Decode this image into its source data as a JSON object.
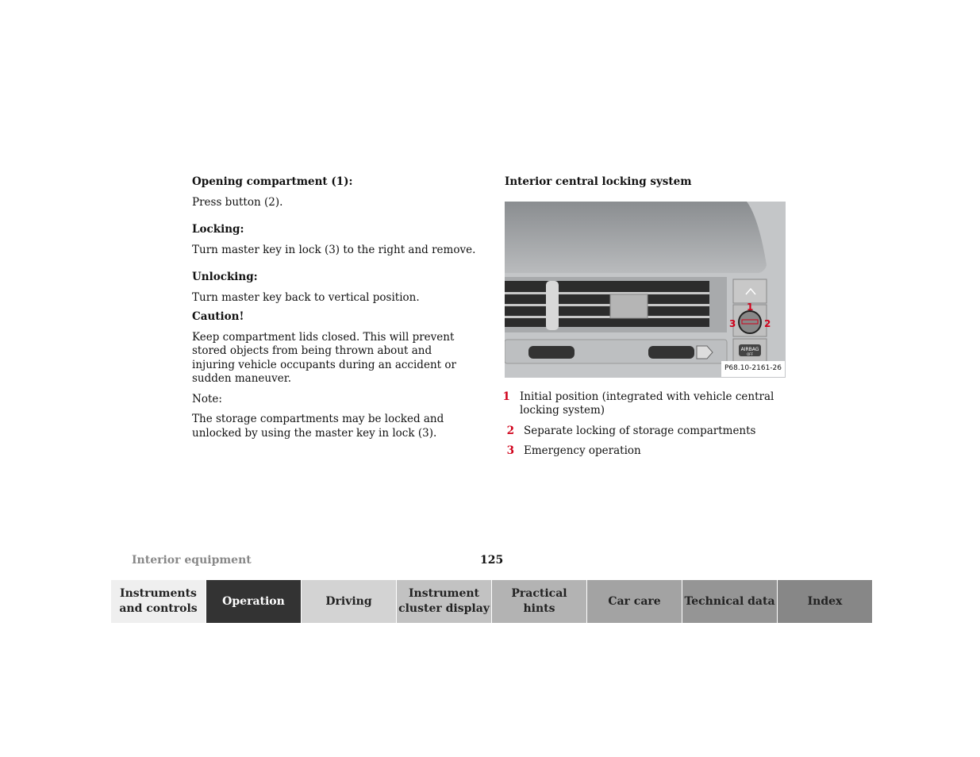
{
  "left": {
    "opening_heading": "Opening compartment (1):",
    "opening_text": "Press button (2).",
    "locking_heading": "Locking:",
    "locking_text": "Turn master key in lock (3) to the right and remove.",
    "unlocking_heading": "Unlocking:",
    "unlocking_text": "Turn master key back to vertical position.",
    "caution_heading": "Caution!",
    "caution_text": "Keep compartment lids closed. This will prevent stored objects from being thrown about and injuring vehicle occupants during an accident or sudden maneuver.",
    "note_label": "Note:",
    "note_text": "The storage compartments may be locked and unlocked by using the master key in lock (3)."
  },
  "right": {
    "heading": "Interior central locking system",
    "figure": {
      "code": "P68.10-2161-26",
      "callouts": [
        "1",
        "2",
        "3"
      ],
      "airbag_label": "AIRBAG",
      "airbag_sub": "OFF"
    },
    "legend": [
      {
        "num": "1",
        "text": "Initial position (integrated with vehicle central locking system)"
      },
      {
        "num": "2",
        "text": "Separate locking of storage compartments"
      },
      {
        "num": "3",
        "text": "Emergency operation"
      }
    ],
    "accent_color": "#d0021b"
  },
  "footer": {
    "section": "Interior equipment",
    "page": "125"
  },
  "tabs": [
    {
      "label": "Instruments and controls",
      "bg": "#efefef",
      "fg": "#222"
    },
    {
      "label": "Operation",
      "bg": "#333333",
      "fg": "#ffffff",
      "active": true
    },
    {
      "label": "Driving",
      "bg": "#d3d3d3",
      "fg": "#222"
    },
    {
      "label": "Instrument cluster display",
      "bg": "#c2c2c2",
      "fg": "#222"
    },
    {
      "label": "Practical hints",
      "bg": "#b3b3b3",
      "fg": "#222"
    },
    {
      "label": "Car care",
      "bg": "#a3a3a3",
      "fg": "#222"
    },
    {
      "label": "Technical data",
      "bg": "#959595",
      "fg": "#222"
    },
    {
      "label": "Index",
      "bg": "#878787",
      "fg": "#222"
    }
  ]
}
